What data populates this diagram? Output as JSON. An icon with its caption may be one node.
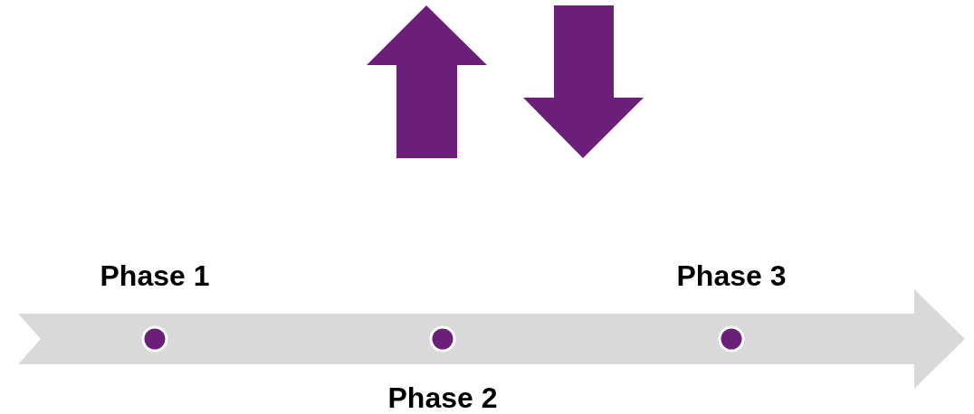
{
  "diagram": {
    "labels": [
      "Phase 1",
      "Phase 3",
      "Phase 2"
    ]
  }
}
